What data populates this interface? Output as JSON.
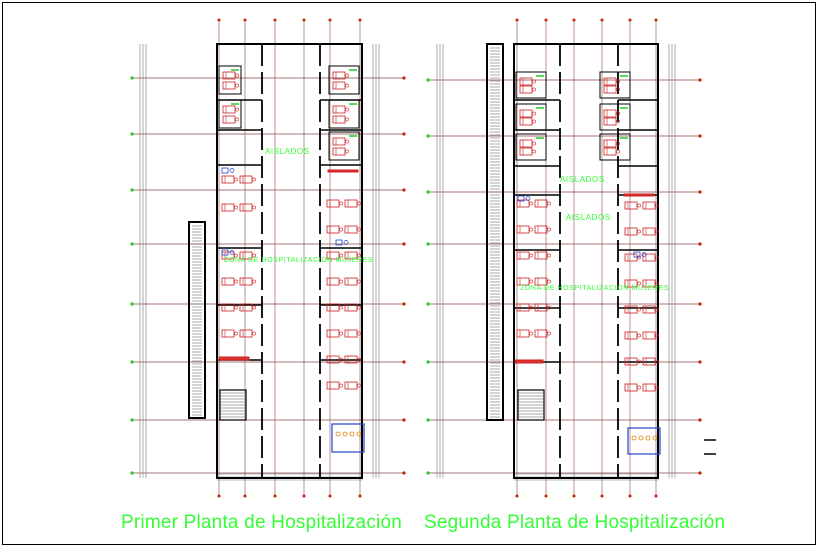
{
  "plans": [
    {
      "id": "plan-1",
      "caption": "Primer Planta de Hospitalización",
      "labels": [
        {
          "text": "AISLADOS"
        },
        {
          "text": "ZONA DE HOSPITALIZACION MUJERES"
        }
      ]
    },
    {
      "id": "plan-2",
      "caption": "Segunda Planta de Hospitalización",
      "labels": [
        {
          "text": "AISLADOS"
        },
        {
          "text": "AISLADOS"
        },
        {
          "text": "ZONA DE HOSPITALIZACION MUJERES"
        }
      ]
    }
  ],
  "colors": {
    "wall": "#000000",
    "grid": "#8a4a4a",
    "furniture": "#cc2222",
    "fixture": "#2244cc",
    "green": "#22cc22",
    "label": "#33ff33",
    "node": "#cc2200"
  }
}
